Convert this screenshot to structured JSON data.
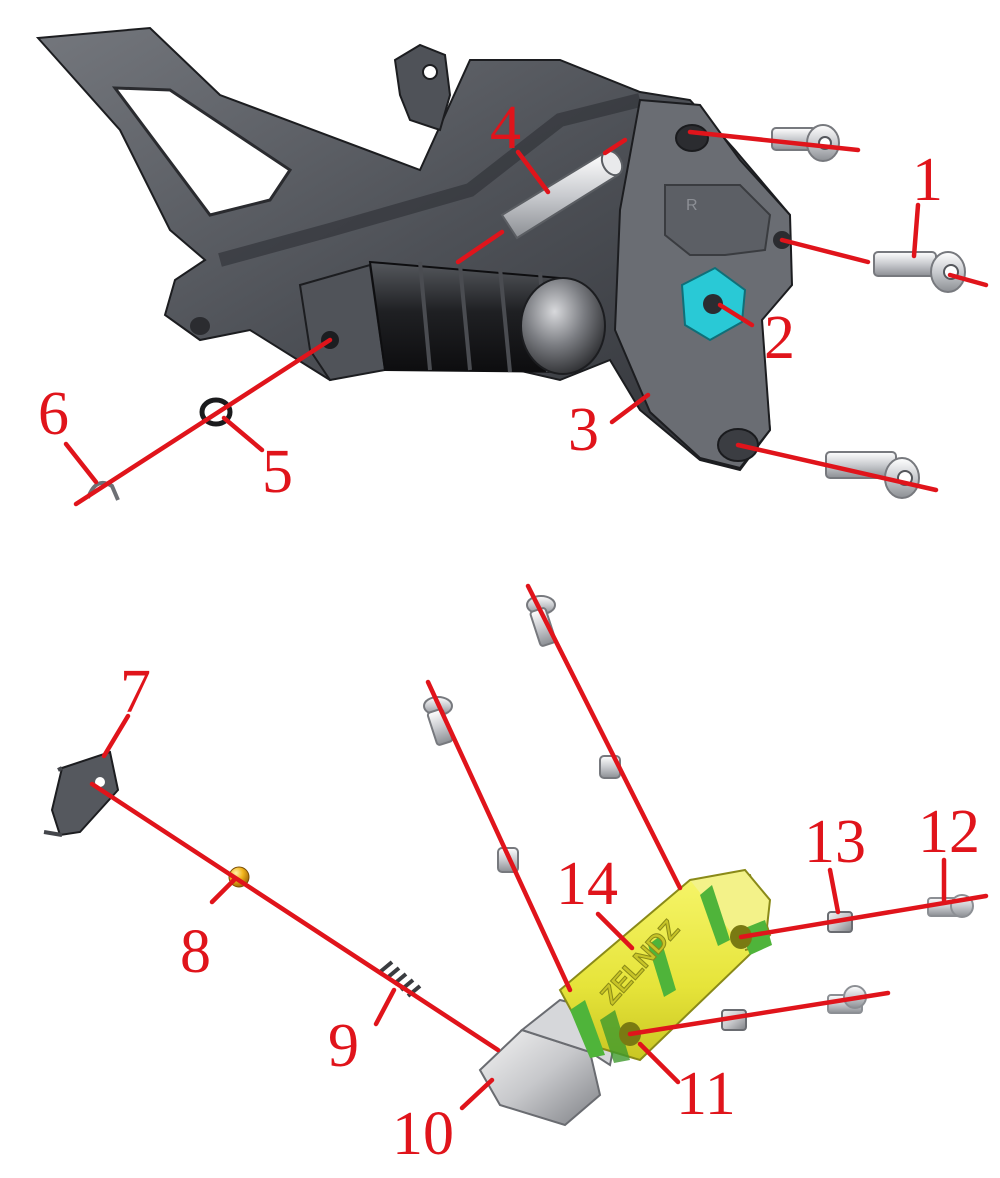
{
  "diagram": {
    "callouts": [
      {
        "id": "1",
        "label": "1"
      },
      {
        "id": "2",
        "label": "2"
      },
      {
        "id": "3",
        "label": "3"
      },
      {
        "id": "4",
        "label": "4"
      },
      {
        "id": "5",
        "label": "5"
      },
      {
        "id": "6",
        "label": "6"
      },
      {
        "id": "7",
        "label": "7"
      },
      {
        "id": "8",
        "label": "8"
      },
      {
        "id": "9",
        "label": "9"
      },
      {
        "id": "10",
        "label": "10"
      },
      {
        "id": "11",
        "label": "11"
      },
      {
        "id": "12",
        "label": "12"
      },
      {
        "id": "13",
        "label": "13"
      },
      {
        "id": "14",
        "label": "14"
      }
    ],
    "peg_logo_text": "ZELNDZ",
    "plate_mark": "R",
    "colors": {
      "callout": "#e0141b",
      "bracket": "#55585e",
      "bracket_dark": "#2c2e33",
      "peg_body": "#eeec3a",
      "peg_accent": "#4fb43a",
      "washer_highlight": "#29c9d6",
      "ball": "#f2b51c"
    }
  }
}
